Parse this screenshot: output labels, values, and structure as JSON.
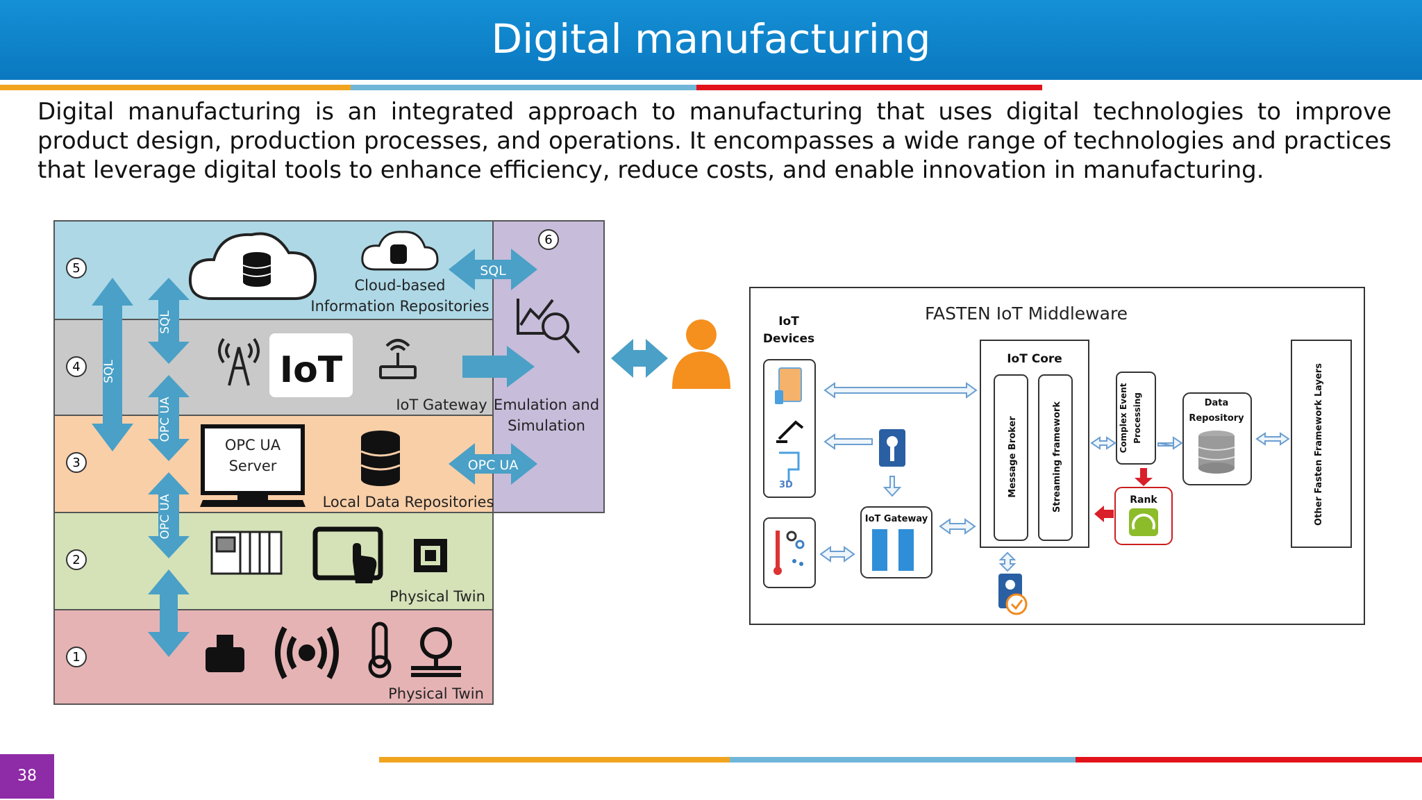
{
  "slide": {
    "title": "Digital manufacturing",
    "intro": "Digital manufacturing is an integrated approach to manufacturing that uses digital technologies to improve product design, production processes, and operations. It encompasses a wide range of technologies and practices that leverage digital tools to enhance efficiency, reduce costs, and enable innovation in manufacturing.",
    "page_number": "38"
  },
  "left_diagram": {
    "layers": [
      {
        "num": "5",
        "label_line1": "Cloud-based",
        "label_line2": "Information Repositories",
        "color": "#aed8e6"
      },
      {
        "num": "4",
        "label": "IoT Gateway",
        "iot_text": "IoT",
        "color": "#c9c9c9"
      },
      {
        "num": "3",
        "opc_line1": "OPC UA",
        "opc_line2": "Server",
        "label": "Local Data Repositories",
        "color": "#f9cfa8"
      },
      {
        "num": "2",
        "label": "Physical Twin",
        "color": "#d5e2b8"
      },
      {
        "num": "1",
        "label": "Physical Twin",
        "color": "#e6b3b5"
      }
    ],
    "emulation": {
      "num": "6",
      "line1": "Emulation and",
      "line2": "Simulation",
      "color": "#c7bcda"
    },
    "arrows": {
      "sql": "SQL",
      "opc_ua": "OPC UA"
    }
  },
  "right_diagram": {
    "title": "FASTEN IoT Middleware",
    "iot_devices_line1": "IoT",
    "iot_devices_line2": "Devices",
    "iot_core": "IoT Core",
    "message_broker": "Message Broker",
    "streaming_framework": "Streaming framework",
    "cep_line1": "Complex Event",
    "cep_line2": "Processing",
    "data_repo_line1": "Data",
    "data_repo_line2": "Repository",
    "rank": "Rank",
    "iot_gateway": "IoT Gateway",
    "other_layers": "Other Fasten Framework Layers",
    "printer_label": "3D"
  },
  "colors": {
    "title_bar": "#0a78c0",
    "stripe_orange": "#f1a51f",
    "stripe_blue": "#6fb6d9",
    "stripe_red": "#e2121b",
    "page_badge": "#8e2ba6",
    "arrow_blue": "#4aa0c6"
  }
}
